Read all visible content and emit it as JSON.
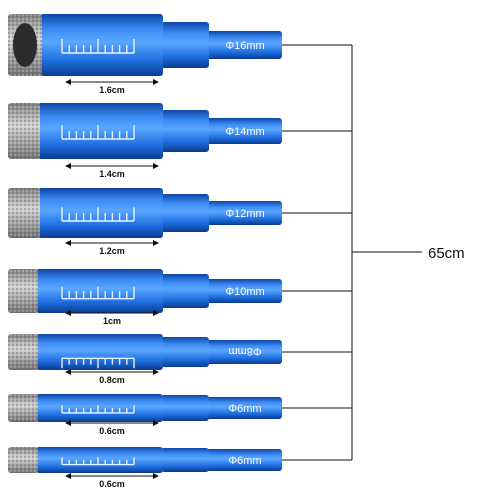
{
  "total_length_label": "65cm",
  "colors": {
    "shaft": "#1f6fe0",
    "shaft_dark": "#0c46a8",
    "shaft_light": "#5aa6ff",
    "diamond_tip": "#a9a9a9",
    "bracket": "#111111"
  },
  "bits": [
    {
      "diameter_label": "Φ16mm",
      "length_label": "1.6cm",
      "marker_text_mirrored": false
    },
    {
      "diameter_label": "Φ14mm",
      "length_label": "1.4cm",
      "marker_text_mirrored": false
    },
    {
      "diameter_label": "Φ12mm",
      "length_label": "1.2cm",
      "marker_text_mirrored": false
    },
    {
      "diameter_label": "Φ10mm",
      "length_label": "1cm",
      "marker_text_mirrored": false
    },
    {
      "diameter_label": "Φ8mm",
      "length_label": "0.8cm",
      "marker_text_mirrored": true
    },
    {
      "diameter_label": "Φ6mm",
      "length_label": "0.6cm",
      "marker_text_mirrored": false
    },
    {
      "diameter_label": "Φ6mm",
      "length_label": "0.6cm",
      "marker_text_mirrored": false
    }
  ]
}
